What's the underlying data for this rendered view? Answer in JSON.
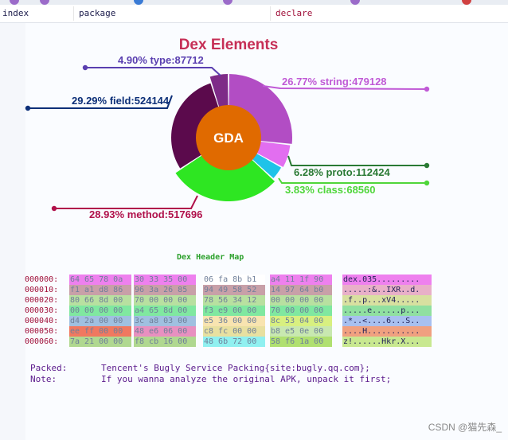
{
  "search_fields": [
    {
      "label": "index"
    },
    {
      "label": "package"
    },
    {
      "label": "declare"
    }
  ],
  "chart": {
    "title": "Dex Elements",
    "center_label": "GDA",
    "colors": {
      "title": "#c62f56",
      "center": "#e06a00"
    }
  },
  "chart_data": {
    "type": "pie",
    "title": "Dex Elements",
    "slices": [
      {
        "name": "string",
        "value": 479128,
        "percent": 26.77,
        "label": "26.77% string:479128",
        "color": "#b24dc4"
      },
      {
        "name": "proto",
        "value": 112424,
        "percent": 6.28,
        "label": "6.28% proto:112424",
        "color": "#e26ef0"
      },
      {
        "name": "class",
        "value": 68560,
        "percent": 3.83,
        "label": "3.83% class:68560",
        "color": "#1fc3e8"
      },
      {
        "name": "method",
        "value": 517696,
        "percent": 28.93,
        "label": "28.93% method:517696",
        "color": "#2ee622"
      },
      {
        "name": "field",
        "value": 524144,
        "percent": 29.29,
        "label": "29.29% field:524144",
        "color": "#5b0a4c"
      },
      {
        "name": "type",
        "value": 87712,
        "percent": 4.9,
        "label": "4.90% type:87712",
        "color": "#7e2b88"
      }
    ],
    "label_colors": {
      "string": "#c05ad6",
      "proto": "#2a7a34",
      "class": "#4fd63a",
      "method": "#b0104a",
      "field": "#0c2f78",
      "type": "#5a3fb0"
    }
  },
  "header_map": {
    "title": "Dex Header Map",
    "rows": [
      {
        "offset": "000000:",
        "hex": [
          "64 65 78 0a",
          "30 33 35 00",
          "06 fa 8b b1",
          "a4 11 1f 90"
        ],
        "ascii": "dex.035........."
      },
      {
        "offset": "000010:",
        "hex": [
          "f1 a1 d8 86",
          "96 3a 26 85",
          "94 49 58 52",
          "14 97 64 b0"
        ],
        "ascii": ".....:&..IXR..d."
      },
      {
        "offset": "000020:",
        "hex": [
          "80 66 8d 00",
          "70 00 00 00",
          "78 56 34 12",
          "00 00 00 00"
        ],
        "ascii": ".f..p...xV4....."
      },
      {
        "offset": "000030:",
        "hex": [
          "00 00 00 00",
          "a4 65 8d 00",
          "f3 e9 00 00",
          "70 00 00 00"
        ],
        "ascii": ".....e......p..."
      },
      {
        "offset": "000040:",
        "hex": [
          "d4 2a 00 00",
          "3c a8 03 00",
          "e5 36 00 00",
          "8c 53 04 00"
        ],
        "ascii": ".*..<....6...S.."
      },
      {
        "offset": "000050:",
        "hex": [
          "ee ff 00 00",
          "48 e6 06 00",
          "c8 fc 00 00",
          "b8 e5 0e 00"
        ],
        "ascii": "....H..........."
      },
      {
        "offset": "000060:",
        "hex": [
          "7a 21 00 00",
          "f8 cb 16 00",
          "48 6b 72 00",
          "58 f6 1a 00"
        ],
        "ascii": "z!......Hkr.X..."
      }
    ]
  },
  "info": {
    "packed_label": "Packed:",
    "packed_value": "Tencent's Bugly Service Packing{site:bugly.qq.com};",
    "note_label": "Note:",
    "note_value": "If you wanna analyze the original APK, unpack it first;"
  },
  "watermark": "CSDN @猫先森_"
}
